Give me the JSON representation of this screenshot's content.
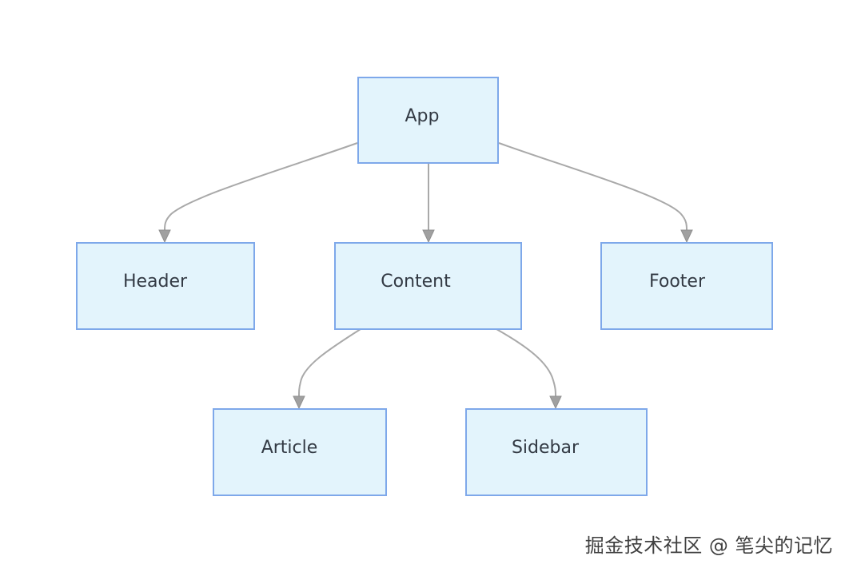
{
  "diagram": {
    "nodes": [
      {
        "id": "app",
        "label": "App"
      },
      {
        "id": "header",
        "label": "Header"
      },
      {
        "id": "content",
        "label": "Content"
      },
      {
        "id": "footer",
        "label": "Footer"
      },
      {
        "id": "article",
        "label": "Article"
      },
      {
        "id": "sidebar",
        "label": "Sidebar"
      }
    ],
    "edges": [
      {
        "from": "app",
        "to": "header"
      },
      {
        "from": "app",
        "to": "content"
      },
      {
        "from": "app",
        "to": "footer"
      },
      {
        "from": "content",
        "to": "article"
      },
      {
        "from": "content",
        "to": "sidebar"
      }
    ],
    "colors": {
      "node_fill": "#e3f4fc",
      "node_border": "#7ea8ea",
      "edge": "#a9a9a9",
      "text": "#333a44"
    }
  },
  "watermark": "掘金技术社区 @ 笔尖的记忆"
}
